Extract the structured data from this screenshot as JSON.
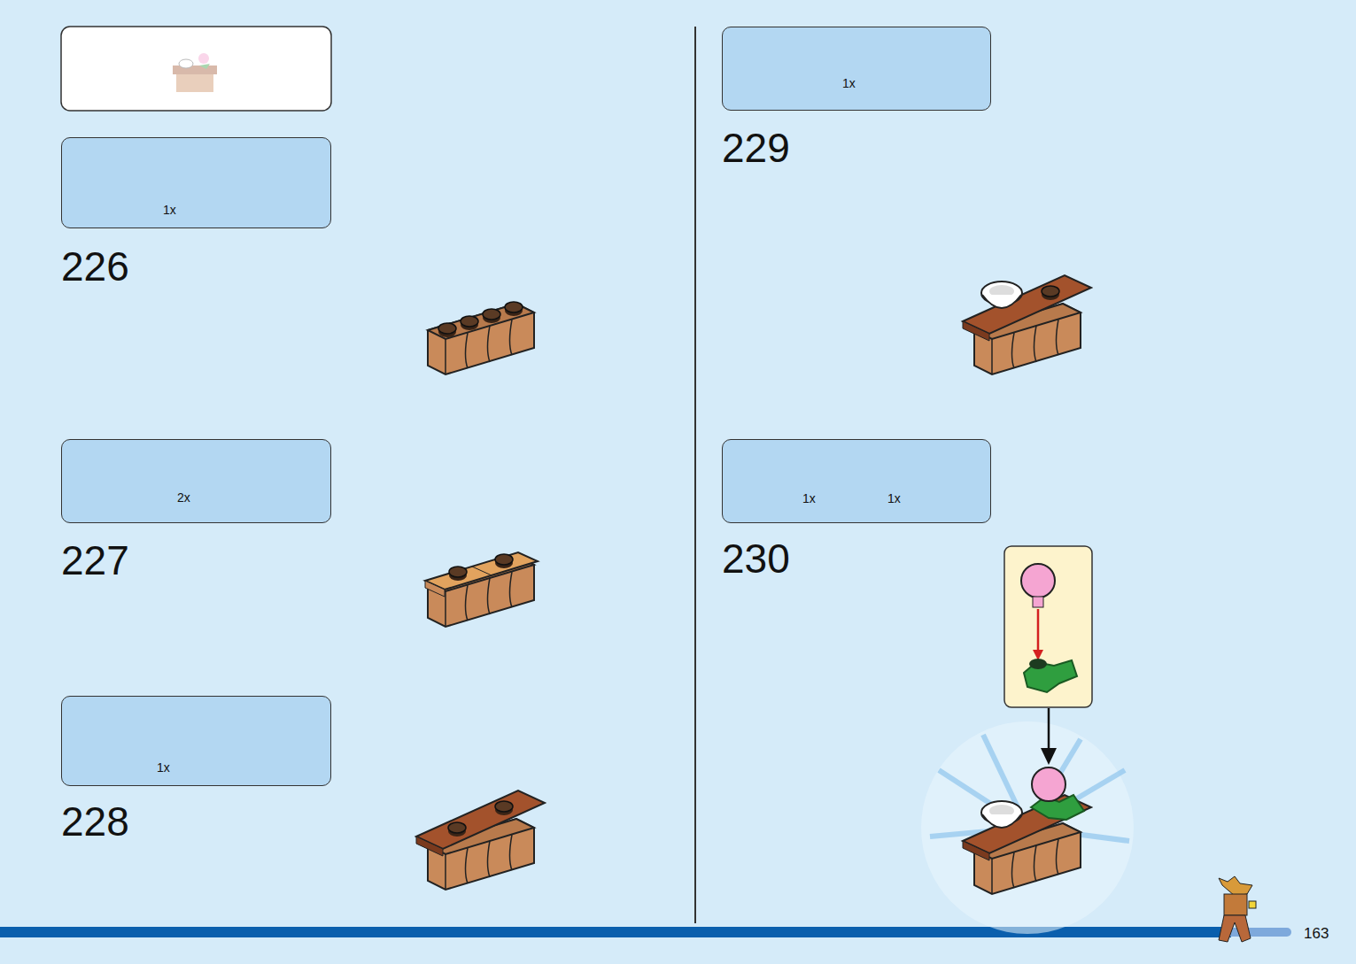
{
  "diagram": {
    "nodes": [
      {
        "text": [
          "1x"
        ]
      },
      {
        "text": [
          "2x"
        ]
      },
      {
        "text": [
          "1x"
        ]
      },
      {
        "text": [
          "1x"
        ]
      },
      {
        "text": [
          "1x",
          "1x"
        ]
      }
    ],
    "labels": [
      "226",
      "227",
      "228",
      "229",
      "230",
      "163"
    ]
  }
}
